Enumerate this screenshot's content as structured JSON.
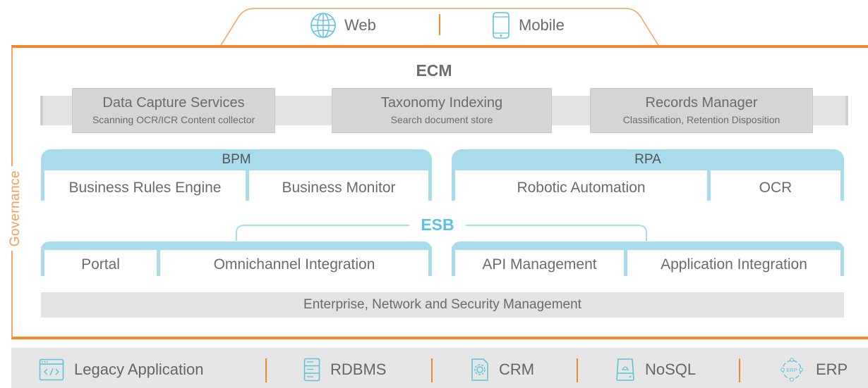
{
  "top_tab": {
    "web_label": "Web",
    "mobile_label": "Mobile"
  },
  "governance_label": "Governance",
  "ecm": {
    "title": "ECM",
    "boxes": [
      {
        "title": "Data Capture Services",
        "subtitle": "Scanning OCR/ICR Content collector"
      },
      {
        "title": "Taxonomy Indexing",
        "subtitle": "Search document store"
      },
      {
        "title": "Records Manager",
        "subtitle": "Classification, Retention Disposition"
      }
    ]
  },
  "bpm": {
    "title": "BPM",
    "items": [
      "Business Rules Engine",
      "Business Monitor"
    ]
  },
  "rpa": {
    "title": "RPA",
    "items": [
      "Robotic Automation",
      "OCR"
    ]
  },
  "esb": {
    "title": "ESB",
    "left_items": [
      "Portal",
      "Omnichannel Integration"
    ],
    "right_items": [
      "API Management",
      "Application Integration"
    ]
  },
  "enterprise_label": "Enterprise, Network and Security Management",
  "bottom": {
    "items": [
      {
        "label": "Legacy Application",
        "icon": "code-window-icon"
      },
      {
        "label": "RDBMS",
        "icon": "server-icon"
      },
      {
        "label": "CRM",
        "icon": "gear-doc-icon"
      },
      {
        "label": "NoSQL",
        "icon": "drive-icon"
      },
      {
        "label": "ERP",
        "icon": "erp-cycle-icon"
      }
    ]
  },
  "colors": {
    "orange": "#f0892a",
    "light_blue": "#a9dceb",
    "esb_blue": "#5bc2df",
    "gray_box": "#d5d5d5"
  }
}
